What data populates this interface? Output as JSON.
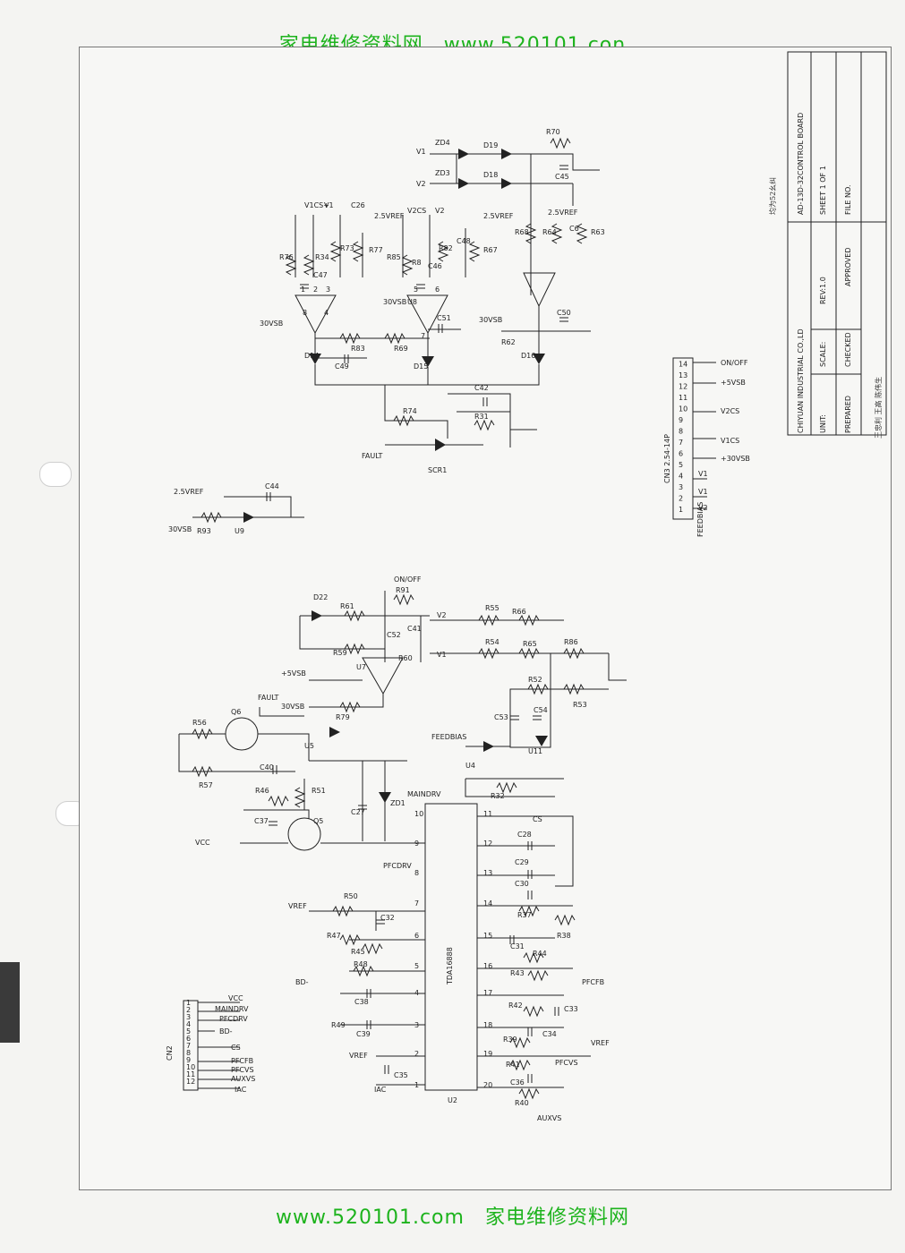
{
  "watermark": {
    "top": "家电维修资料网　www.520101.con",
    "bottom": "www.520101.com　家电维修资料网"
  },
  "title_block": {
    "company": "CHIYUAN INDUSTRIAL CO.,LD",
    "title": "AD-13D-32CONTROL BOARD",
    "unit": "UNIT:",
    "scale": "SCALE:",
    "rev": "REV:1.0",
    "sheet": "SHEET 1 OF 1",
    "prepared": "PREPARED",
    "checked": "CHECKED",
    "approved": "APPROVED",
    "file_no": "FILE NO."
  },
  "upper": {
    "nets": [
      "V1",
      "V2",
      "V1CS+",
      "V2CS",
      "2.5VREF",
      "30VSB",
      "FAULT",
      "SCR1",
      "ON/OFF",
      "+5VSB",
      "V1CS"
    ],
    "components": [
      "ZD4",
      "ZD3",
      "D19",
      "D18",
      "R70",
      "C45",
      "R68",
      "R64",
      "C6",
      "R63",
      "R76",
      "R34",
      "R73",
      "C26",
      "R77",
      "R85",
      "R8",
      "R82",
      "C48",
      "R67",
      "C47",
      "C46",
      "C50",
      "R62",
      "D16",
      "U8",
      "D14",
      "D15",
      "R83",
      "R69",
      "C51",
      "C49",
      "C42",
      "R74",
      "R31"
    ],
    "pin_labels": [
      "1",
      "2",
      "3",
      "4",
      "8",
      "5",
      "6",
      "7"
    ]
  },
  "cn3": {
    "title": "CN3 2.54-14P",
    "feedbias": "FEEDBIAS",
    "pins": [
      "1",
      "2",
      "3",
      "4",
      "5",
      "6",
      "7",
      "8",
      "9",
      "10",
      "11",
      "12",
      "13",
      "14"
    ],
    "signals": [
      "ON/OFF",
      "+5VSB",
      "V2CS",
      "V1CS",
      "+30VSB",
      "V1",
      "V1",
      "V2"
    ]
  },
  "ref_block": {
    "left": "30VSB",
    "right": "2.5VREF",
    "parts": [
      "R93",
      "U9",
      "C44"
    ]
  },
  "lower": {
    "nets": [
      "ON/OFF",
      "V2",
      "V1",
      "+5VSB",
      "30VSB",
      "FAULT",
      "FEEDBIAS",
      "VCC",
      "MAINDRV",
      "PFCDRV",
      "VREF",
      "BD-",
      "CS",
      "PFCFB",
      "PFCVS",
      "AUXVS",
      "IAC"
    ],
    "components": [
      "D22",
      "R61",
      "R91",
      "C52",
      "C41",
      "R59",
      "R60",
      "U7",
      "R79",
      "Q6",
      "R56",
      "R57",
      "C40",
      "U5",
      "R51",
      "R46",
      "C37",
      "Q5",
      "C27",
      "ZD1",
      "U4",
      "R32",
      "R55",
      "R66",
      "R54",
      "R65",
      "R86",
      "R52",
      "C53",
      "C54",
      "R53",
      "U11",
      "R50",
      "C32",
      "R47",
      "R45",
      "R48",
      "C38",
      "R49",
      "C39",
      "C35",
      "C28",
      "C29",
      "C30",
      "R37",
      "R38",
      "C31",
      "R44",
      "R43",
      "R42",
      "C33",
      "C34",
      "R39",
      "R41",
      "C36",
      "R40"
    ],
    "ic": "TDA16888",
    "ic_ref": "U2",
    "ic_pins_left": [
      "10",
      "9",
      "8",
      "7",
      "6",
      "5",
      "4",
      "3",
      "2",
      "1"
    ],
    "ic_pins_right": [
      "11",
      "12",
      "13",
      "14",
      "15",
      "16",
      "17",
      "18",
      "19",
      "20"
    ]
  },
  "cn2": {
    "title": "CN2",
    "pins": [
      "1",
      "2",
      "3",
      "4",
      "5",
      "6",
      "7",
      "8",
      "9",
      "10",
      "11",
      "12"
    ],
    "signals": [
      "VCC",
      "MAINDRV",
      "PFCDRV",
      "BD-",
      "CS",
      "PFCFB",
      "PFCVS",
      "AUXVS",
      "IAC"
    ]
  },
  "handwriting": {
    "note": "均为52幺纠",
    "signatures": "王忠利 王高 陈伟生"
  },
  "colors": {
    "watermark": "#1db31d",
    "ink": "#222222",
    "paper": "#f7f7f5"
  }
}
